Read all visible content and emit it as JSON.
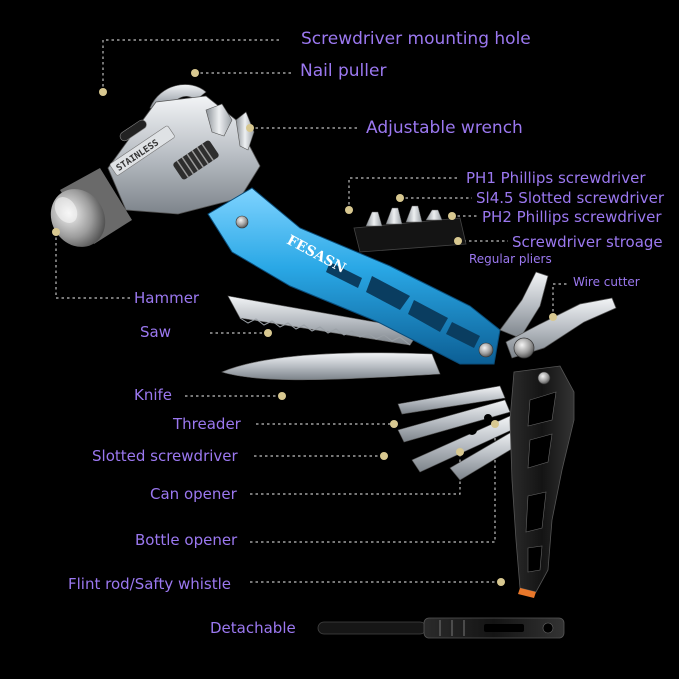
{
  "labels": {
    "screwdriver_mounting_hole": "Screwdriver mounting hole",
    "nail_puller": "Nail puller",
    "adjustable_wrench": "Adjustable wrench",
    "ph1_phillips": "PH1 Phillips screwdriver",
    "sl45_slotted": "Sl4.5 Slotted screwdriver",
    "ph2_phillips": "PH2 Phillips screwdriver",
    "screwdriver_storage": "Screwdriver stroage",
    "regular_pliers": "Regular pliers",
    "wire_cutter": "Wire cutter",
    "hammer": "Hammer",
    "saw": "Saw",
    "knife": "Knife",
    "threader": "Threader",
    "slotted_screwdriver": "Slotted screwdriver",
    "can_opener": "Can opener",
    "bottle_opener": "Bottle opener",
    "flint_rod": "Flint rod/Safty whistle",
    "detachable": "Detachable"
  },
  "product": {
    "brand": "FESASN",
    "head_stamp": "STAINLESS"
  },
  "colors": {
    "background": "#000000",
    "label": "#9b78f0",
    "marker": "#d8c890",
    "leader": "#bfbfbf",
    "handle_blue": "#2aa8e6",
    "steel": "#c9cdd2",
    "handle_black": "#1a1a1a"
  }
}
